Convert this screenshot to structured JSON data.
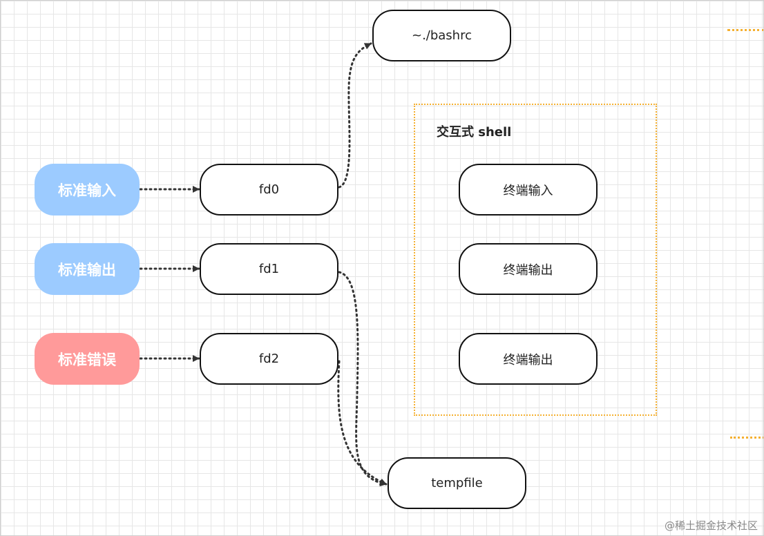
{
  "colors": {
    "input": "#9ccbff",
    "output": "#9ccbff",
    "error": "#ff9a9a",
    "group_border": "#f5b030",
    "line": "#333333"
  },
  "streams": {
    "stdin": "标准输入",
    "stdout": "标准输出",
    "stderr": "标准错误"
  },
  "fds": {
    "fd0": "fd0",
    "fd1": "fd1",
    "fd2": "fd2"
  },
  "targets": {
    "bashrc": "~./bashrc",
    "tempfile": "tempfile"
  },
  "shell": {
    "title": "交互式 shell",
    "items": [
      "终端输入",
      "终端输出",
      "终端输出"
    ]
  },
  "watermark": "@稀土掘金技术社区"
}
